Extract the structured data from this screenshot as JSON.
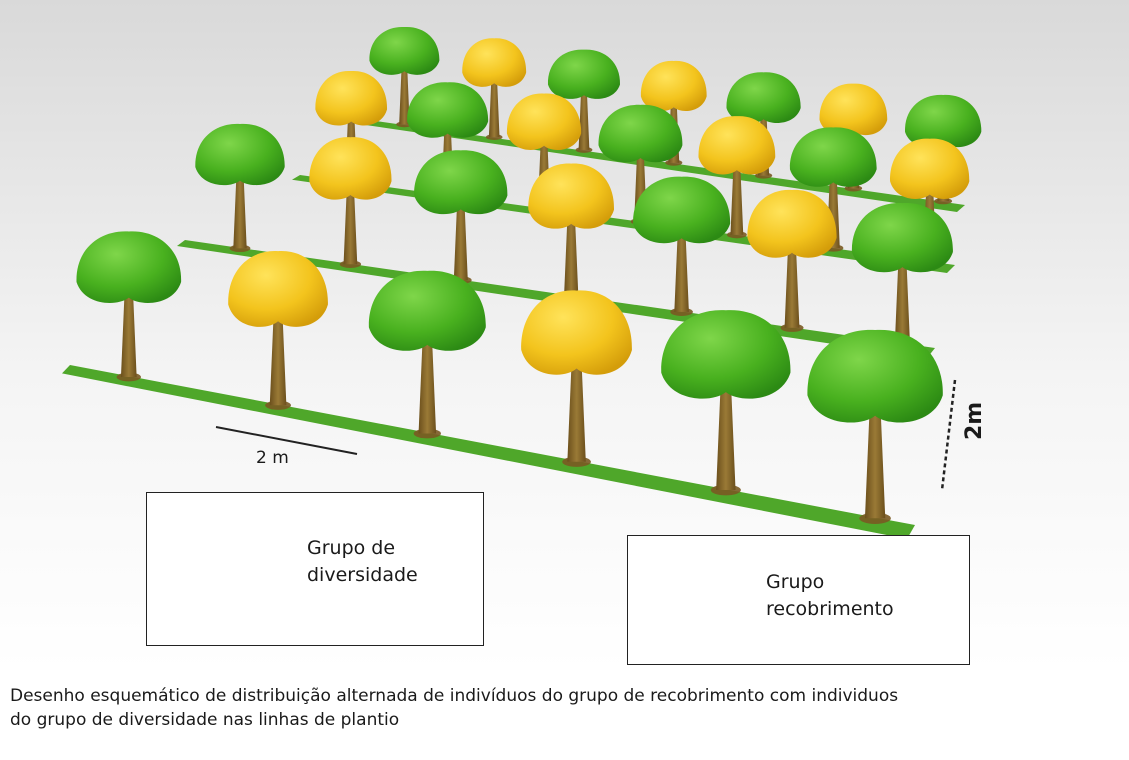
{
  "scale": {
    "horizontal_label": "2 m",
    "vertical_label": "2m"
  },
  "legend": {
    "diversity": "Grupo de\ndiversidade",
    "cover": "Grupo\nrecobrimento"
  },
  "caption": "Desenho esquemático de distribuição alternada de indivíduos do grupo de recobrimento com  individuos\ndo grupo de diversidade nas linhas de plantio",
  "colors": {
    "cover_canopy": "#4db521",
    "cover_canopy_dark": "#2f8f16",
    "diversity_canopy": "#f2c31c",
    "diversity_canopy_dark": "#d9a40c",
    "trunk": "#8a6a2c",
    "ground_strip": "#4fa72a"
  },
  "rows": [
    {
      "pattern": [
        "cover",
        "diversity",
        "cover",
        "diversity",
        "cover",
        "diversity",
        "cover"
      ]
    },
    {
      "pattern": [
        "diversity",
        "cover",
        "diversity",
        "cover",
        "diversity",
        "cover",
        "diversity"
      ]
    },
    {
      "pattern": [
        "cover",
        "diversity",
        "cover",
        "diversity",
        "cover",
        "diversity",
        "cover"
      ]
    },
    {
      "pattern": [
        "cover",
        "diversity",
        "cover",
        "diversity",
        "cover",
        "cover"
      ]
    }
  ]
}
